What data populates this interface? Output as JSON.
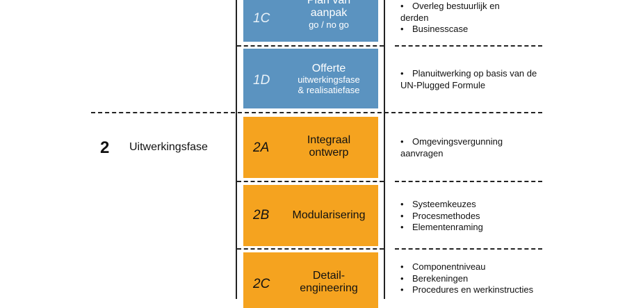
{
  "phase": {
    "number": "2",
    "name": "Uitwerkingsfase"
  },
  "boxes": [
    {
      "code": "1C",
      "title_lines": [
        "Plan van",
        "aanpak"
      ],
      "subtitle": "go / no go"
    },
    {
      "code": "1D",
      "title": "Offerte",
      "subtitle_lines": [
        "uitwerkingsfase",
        "& realisatiefase"
      ]
    },
    {
      "code": "2A",
      "title_lines": [
        "Integraal",
        "ontwerp"
      ]
    },
    {
      "code": "2B",
      "title": "Modularisering"
    },
    {
      "code": "2C",
      "title_lines": [
        "Detail-",
        "engineering"
      ]
    }
  ],
  "bullets": {
    "1C": [
      "Overleg bestuurlijk en derden",
      "Businesscase"
    ],
    "1D": [
      "Planuitwerking op basis van de UN-Plugged Formule"
    ],
    "2A": [
      "Omgevingsvergunning aanvragen"
    ],
    "2B": [
      "Systeemkeuzes",
      "Procesmethodes",
      "Elementenraming"
    ],
    "2C": [
      "Componentniveau",
      "Berekeningen",
      "Procedures en werkinstructies"
    ]
  },
  "colors": {
    "blue": "#5b93c0",
    "orange": "#f5a31f"
  }
}
